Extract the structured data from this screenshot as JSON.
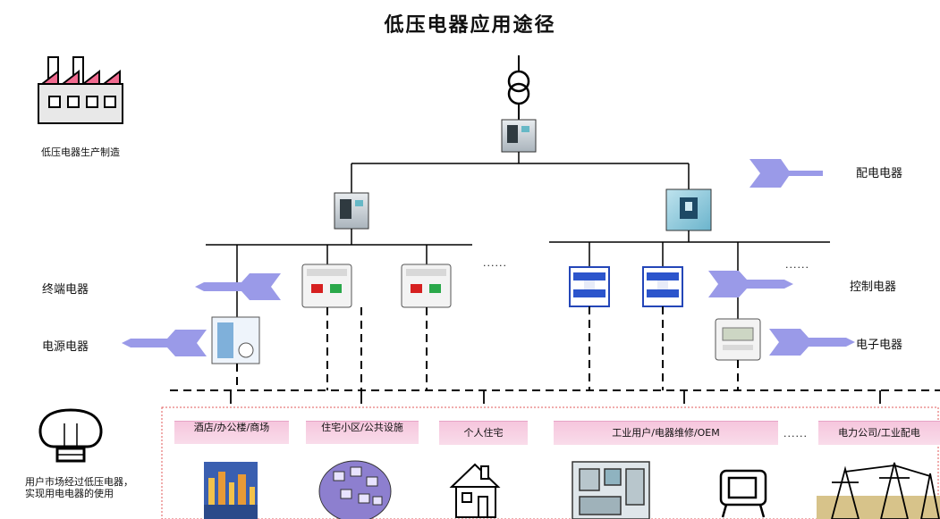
{
  "title": "低压电器应用途径",
  "left_labels": {
    "manufacturing": "低压电器生产制造",
    "terminal": "终端电器",
    "power_supply": "电源电器",
    "user_market": "用户市场经过低压电器，实现用电电器的使用"
  },
  "right_labels": {
    "distribution": "配电电器",
    "control": "控制电器",
    "electronic": "电子电器"
  },
  "ellipsis": "......",
  "categories": [
    "酒店/办公楼/商场",
    "住宅小区/公共设施",
    "个人住宅",
    "工业用户/电器维修/OEM",
    "电力公司/工业配电"
  ],
  "colors": {
    "arrow": "#9a9ae8",
    "category_band": "#f6c6dd",
    "dotted_frame": "#e05a5a"
  }
}
